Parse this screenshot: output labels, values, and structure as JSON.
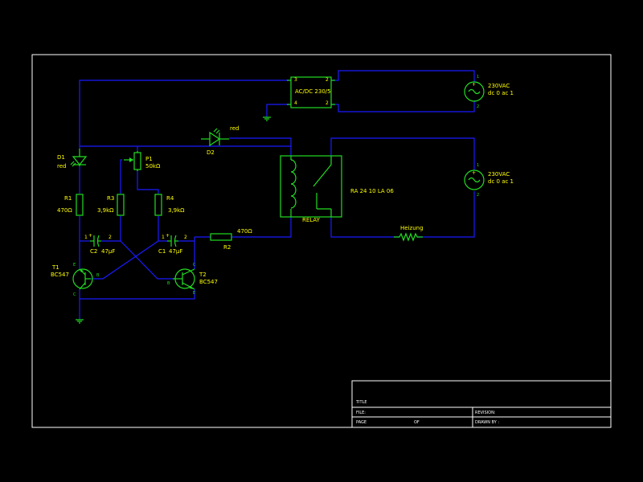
{
  "title_block": {
    "title_label": "TITLE",
    "file_label": "FILE:",
    "revision_label": "REVISION:",
    "page_label": "PAGE",
    "of_label": "OF",
    "drawn_by_label": "DRAWN BY :"
  },
  "components": {
    "psu": {
      "label": "AC/DC 230/5",
      "pin3": "3",
      "pin4": "4",
      "pin2a": "2",
      "pin2b": "2"
    },
    "src1": {
      "line1": "230VAC",
      "line2": "dc 0 ac 1",
      "pin1": "1",
      "pin2": "2"
    },
    "src2": {
      "line1": "230VAC",
      "line2": "dc 0 ac 1",
      "pin1": "1",
      "pin2": "2"
    },
    "d1": {
      "ref": "D1",
      "value": "red"
    },
    "d2": {
      "ref": "D2",
      "value": "red"
    },
    "p1": {
      "ref": "P1",
      "value": "50kΩ"
    },
    "r1": {
      "ref": "R1",
      "value": "470Ω"
    },
    "r2": {
      "ref": "R2",
      "value": "470Ω"
    },
    "r3": {
      "ref": "R3",
      "value": "3,9kΩ"
    },
    "r4": {
      "ref": "R4",
      "value": "3,9kΩ"
    },
    "c1": {
      "ref": "C1",
      "value": "47µF",
      "pin1": "1",
      "pin2": "2"
    },
    "c2": {
      "ref": "C2",
      "value": "47µF",
      "pin1": "1",
      "pin2": "2"
    },
    "t1": {
      "ref": "T1",
      "value": "BC547",
      "pin_e": "E",
      "pin_b": "B",
      "pin_c": "C"
    },
    "t2": {
      "ref": "T2",
      "value": "BC547",
      "pin_c": "C",
      "pin_b": "B",
      "pin_e": "E"
    },
    "relay": {
      "label": "RELAY",
      "part": "RA 24 10 LA 06"
    },
    "heater": {
      "label": "Heizung"
    }
  }
}
